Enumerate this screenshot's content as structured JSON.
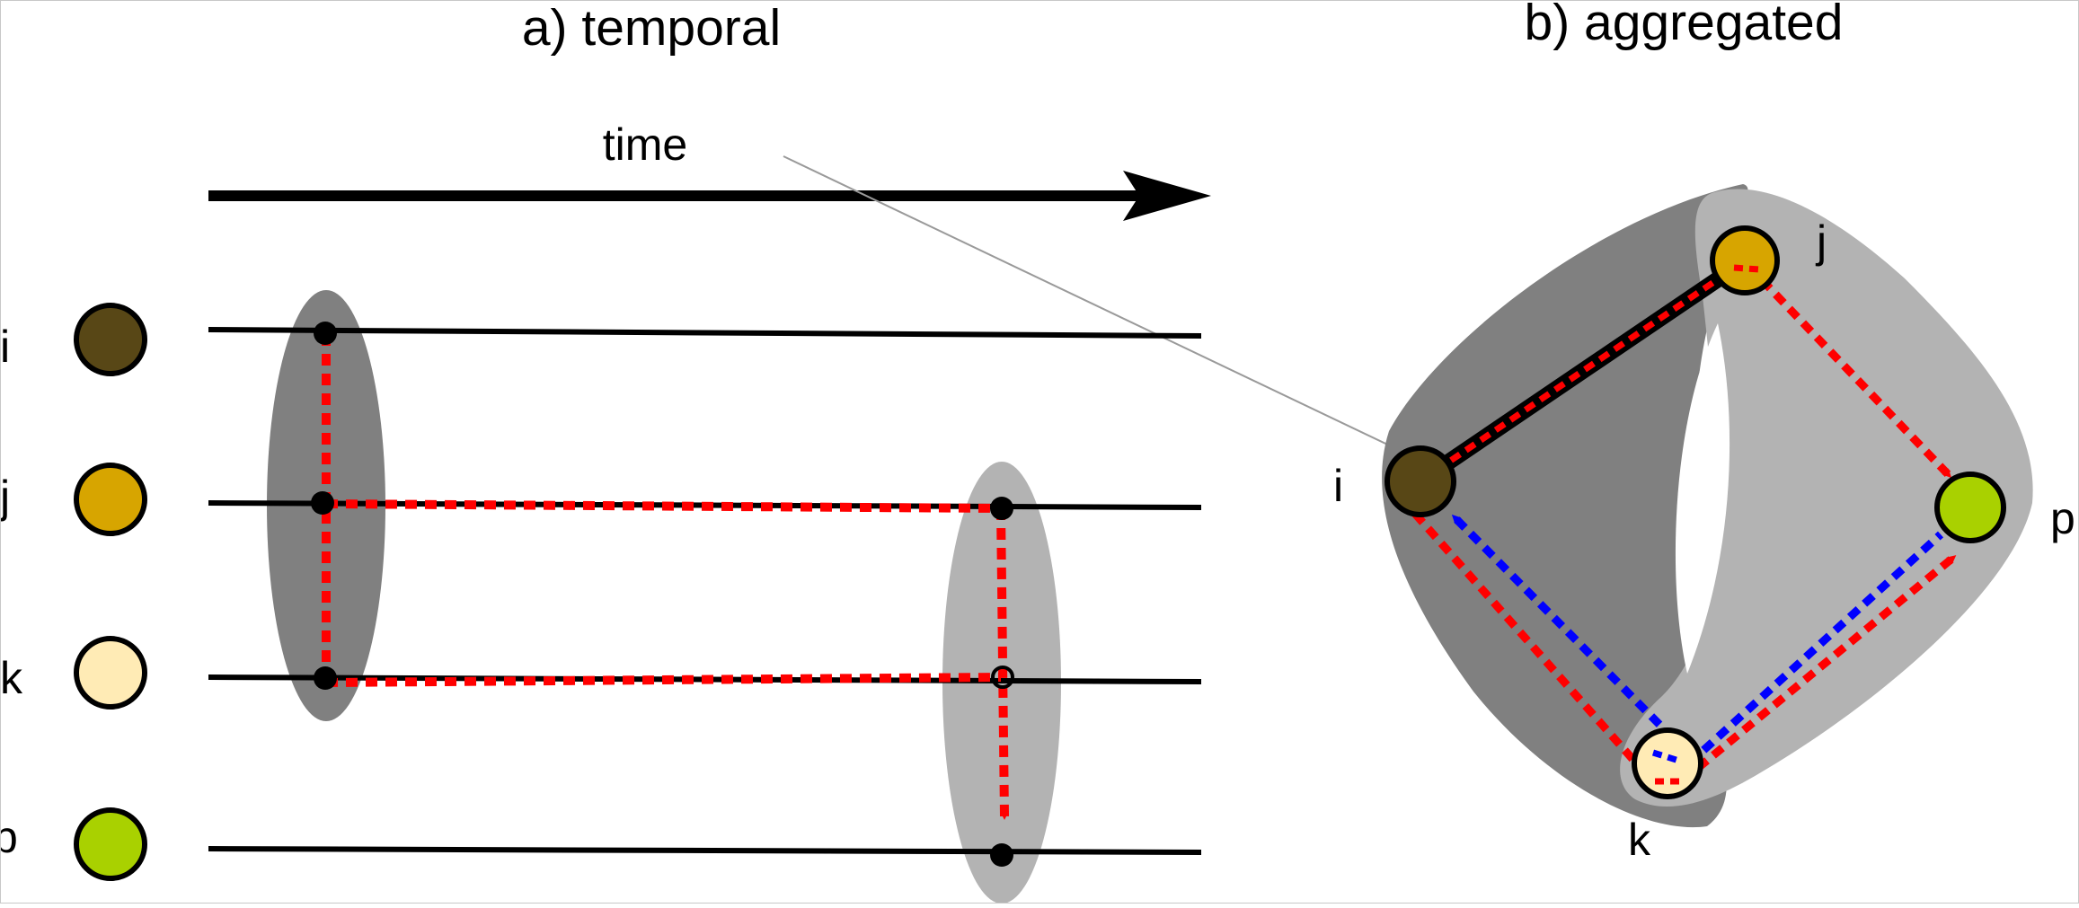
{
  "panels": {
    "temporal": {
      "title": "a) temporal",
      "time_label": "time",
      "rows": [
        {
          "label": "i",
          "color": "#584716"
        },
        {
          "label": "j",
          "color": "#d7a500"
        },
        {
          "label": "k",
          "color": "#ffebb5"
        },
        {
          "label": "p",
          "color": "#a9d100"
        }
      ]
    },
    "aggregated": {
      "title": "b) aggregated",
      "nodes": [
        {
          "label": "i",
          "color": "#584716"
        },
        {
          "label": "j",
          "color": "#d7a500"
        },
        {
          "label": "k",
          "color": "#ffebb5"
        },
        {
          "label": "p",
          "color": "#a9d100"
        }
      ]
    }
  },
  "colors": {
    "path_red": "#ff0000",
    "path_blue": "#0000ff",
    "group_dark": "#808080",
    "group_light": "#b3b3b3"
  }
}
